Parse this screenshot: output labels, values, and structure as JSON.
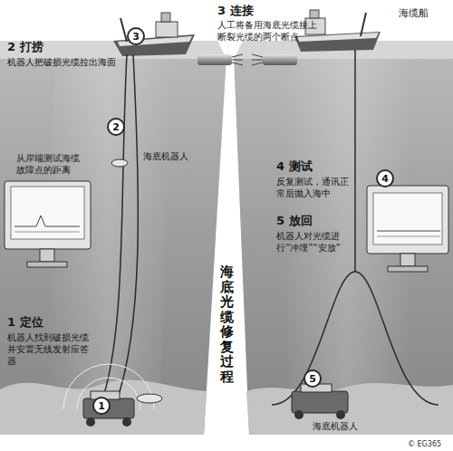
{
  "diagram": {
    "title": "海底光缆修复过程",
    "nodes": [
      {
        "text": [
          "3"
        ]
      },
      {
        "text": [
          "2"
        ]
      },
      {
        "text": [
          "4"
        ]
      },
      {
        "text": [
          "5"
        ]
      },
      {
        "text": [
          "1"
        ]
      }
    ],
    "labels": [
      "3 连接",
      "人工将备用海底光缆接上断裂光缆的两个断点",
      "海缆船",
      "2 打捞",
      "机器人把破损光缆拉出海面",
      "海底机器人",
      "从岸端测试海缆故障点的距离",
      "4 测试",
      "反复测试，通讯正常后抛入海中",
      "5 放回",
      "机器人对光缆进行“冲埋”“安放”",
      "1 定位",
      "机器人找到破损光缆并安置无线发射应答器",
      "海底机器人",
      "© EG365"
    ]
  }
}
